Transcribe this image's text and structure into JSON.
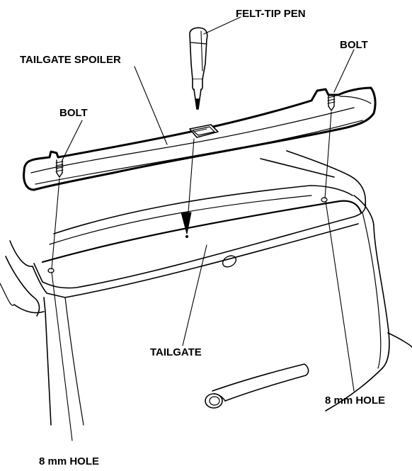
{
  "labels": {
    "felt_tip_pen": "FELT-TIP PEN",
    "tailgate_spoiler": "TAILGATE SPOILER",
    "bolt_right": "BOLT",
    "bolt_left": "BOLT",
    "tailgate": "TAILGATE",
    "hole_right": "8 mm HOLE",
    "hole_left": "8 mm HOLE"
  },
  "colors": {
    "line": "#000000",
    "background": "#ffffff"
  }
}
